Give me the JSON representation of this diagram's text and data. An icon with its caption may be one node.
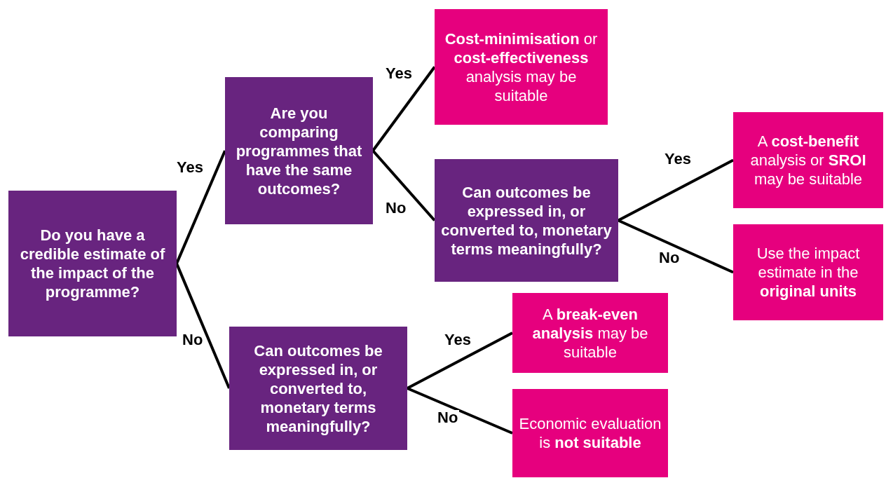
{
  "diagram": {
    "nodes": [
      {
        "text": [
          "Do you have a credible estimate of the impact of the programme?"
        ]
      },
      {
        "text": [
          "Are you comparing programmes that have the same outcomes?"
        ]
      },
      {
        "text": [
          "**Cost-minimisation** or **cost-effectiveness** analysis may be suitable"
        ]
      },
      {
        "text": [
          "Can outcomes be expressed in, or converted to, monetary terms meaningfully?"
        ]
      },
      {
        "text": [
          "A **cost-benefit** analysis or **SROI** may be suitable"
        ]
      },
      {
        "text": [
          "Use the impact estimate in the **original units**"
        ]
      },
      {
        "text": [
          "Can outcomes be expressed in, or converted to, monetary terms meaningfully?"
        ]
      },
      {
        "text": [
          "A **break-even analysis** may be suitable"
        ]
      },
      {
        "text": [
          "Economic evaluation is **not suitable**"
        ]
      }
    ],
    "edges": [
      {
        "from": 0,
        "to": 1,
        "arrow": "none",
        "label": "Yes"
      },
      {
        "from": 0,
        "to": 6,
        "arrow": "none",
        "label": "No"
      },
      {
        "from": 1,
        "to": 2,
        "arrow": "none",
        "label": "Yes"
      },
      {
        "from": 1,
        "to": 3,
        "arrow": "none",
        "label": "No"
      },
      {
        "from": 3,
        "to": 4,
        "arrow": "none",
        "label": "Yes"
      },
      {
        "from": 3,
        "to": 5,
        "arrow": "none",
        "label": "No"
      },
      {
        "from": 6,
        "to": 7,
        "arrow": "none",
        "label": "Yes"
      },
      {
        "from": 6,
        "to": 8,
        "arrow": "none",
        "label": "No"
      }
    ]
  }
}
